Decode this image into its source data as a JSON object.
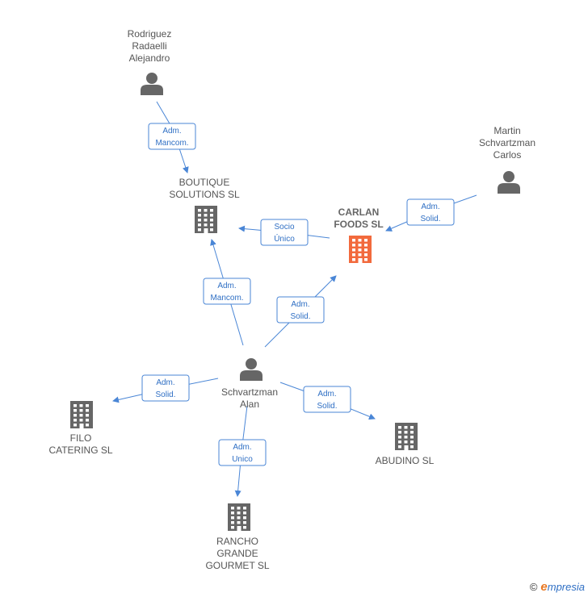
{
  "nodes": {
    "rodriguez": {
      "type": "person",
      "label": [
        "Rodriguez",
        "Radaelli",
        "Alejandro"
      ]
    },
    "martin": {
      "type": "person",
      "label": [
        "Martin",
        "Schvartzman",
        "Carlos"
      ]
    },
    "alan": {
      "type": "person",
      "label": [
        "Schvartzman",
        "Alan"
      ]
    },
    "boutique": {
      "type": "company",
      "label": [
        "BOUTIQUE",
        "SOLUTIONS  SL"
      ]
    },
    "carlan": {
      "type": "company",
      "focus": true,
      "label": [
        "CARLAN",
        "FOODS  SL"
      ]
    },
    "filo": {
      "type": "company",
      "label": [
        "FILO",
        "CATERING  SL"
      ]
    },
    "abudino": {
      "type": "company",
      "label": [
        "ABUDINO  SL"
      ]
    },
    "rancho": {
      "type": "company",
      "label": [
        "RANCHO",
        "GRANDE",
        "GOURMET  SL"
      ]
    }
  },
  "edges": [
    {
      "from": "rodriguez",
      "to": "boutique",
      "label": [
        "Adm.",
        "Mancom."
      ]
    },
    {
      "from": "martin",
      "to": "carlan",
      "label": [
        "Adm.",
        "Solid."
      ]
    },
    {
      "from": "carlan",
      "to": "boutique",
      "label": [
        "Socio",
        "Único"
      ]
    },
    {
      "from": "alan",
      "to": "boutique",
      "label": [
        "Adm.",
        "Mancom."
      ]
    },
    {
      "from": "alan",
      "to": "carlan",
      "label": [
        "Adm.",
        "Solid."
      ]
    },
    {
      "from": "alan",
      "to": "filo",
      "label": [
        "Adm.",
        "Solid."
      ]
    },
    {
      "from": "alan",
      "to": "abudino",
      "label": [
        "Adm.",
        "Solid."
      ]
    },
    {
      "from": "alan",
      "to": "rancho",
      "label": [
        "Adm.",
        "Unico"
      ]
    }
  ],
  "colors": {
    "edge": "#4a86d6",
    "company": "#666666",
    "company_focus": "#f26a3d",
    "person": "#666666"
  },
  "footer": {
    "copyright": "©",
    "brand_initial": "e",
    "brand_rest": "mpresia"
  }
}
